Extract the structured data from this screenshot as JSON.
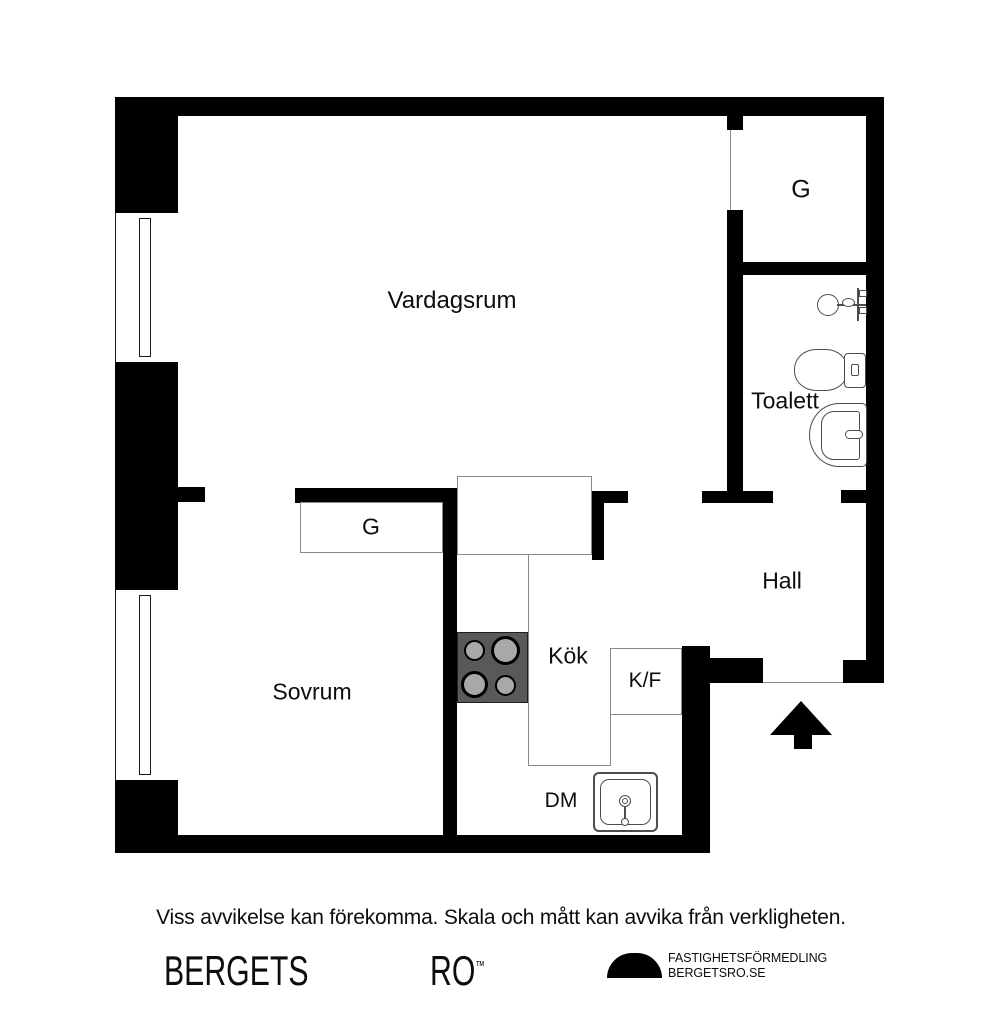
{
  "rooms": {
    "vardagsrum": "Vardagsrum",
    "closet_top": "G",
    "toalett": "Toalett",
    "hall": "Hall",
    "closet_bedroom": "G",
    "sovrum": "Sovrum",
    "kok": "Kök",
    "kf": "K/F",
    "dm": "DM"
  },
  "footer": {
    "disclaimer": "Viss avvikelse kan förekomma. Skala och mått kan avvika från verkligheten.",
    "brand_word1": "BERGETS",
    "brand_word2": "RO",
    "trademark": "™",
    "agency_line1": "FASTIGHETSFÖRMEDLING",
    "agency_line2": "BERGETSRO.SE"
  },
  "colors": {
    "wall": "#000000",
    "floor": "#ffffff",
    "line": "#8a8a8a",
    "fixture": "#4d4d4d",
    "stove": "#59595c",
    "burner": "#a8a8aa",
    "text": "#0d0d0d"
  }
}
